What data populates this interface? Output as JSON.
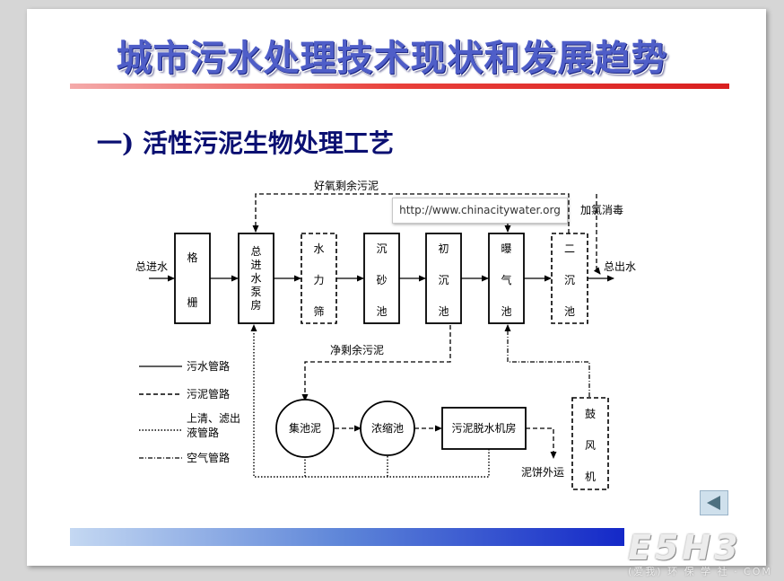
{
  "slide": {
    "title": "城市污水处理技术现状和发展趋势",
    "subtitle": "一) 活性污泥生物处理工艺"
  },
  "process": {
    "inlet_label": "总进水",
    "outlet_label": "总出水",
    "units": [
      {
        "id": "grille",
        "chars": [
          "格",
          "栅"
        ]
      },
      {
        "id": "pump-house",
        "chars": [
          "总",
          "进",
          "水",
          "泵",
          "房"
        ]
      },
      {
        "id": "hydraulic-screen",
        "chars": [
          "水",
          "力",
          "筛"
        ]
      },
      {
        "id": "grit-tank",
        "chars": [
          "沉",
          "砂",
          "池"
        ]
      },
      {
        "id": "primary-clarifier",
        "chars": [
          "初",
          "沉",
          "池"
        ]
      },
      {
        "id": "aeration-tank",
        "chars": [
          "曝",
          "气",
          "池"
        ]
      },
      {
        "id": "secondary-clarifier",
        "chars": [
          "二",
          "沉",
          "池"
        ]
      },
      {
        "id": "blower",
        "chars": [
          "鼓",
          "风",
          "机"
        ]
      }
    ],
    "sludge_units": {
      "collection_tank": "集池泥",
      "thickener": "浓缩池",
      "dewatering_room": "污泥脱水机房"
    },
    "labels": {
      "aerobic_sludge": "好氧剩余污泥",
      "chlorination": "加氯消毒",
      "net_excess_sludge": "净剩余污泥",
      "cake_out": "泥饼外运",
      "url": "http://www.chinacitywater.org"
    }
  },
  "legend": [
    {
      "style": "solid",
      "label": "污水管路"
    },
    {
      "style": "dashed",
      "label": "污泥管路"
    },
    {
      "style": "dotted",
      "label_lines": [
        "上清、滤出",
        "液管路"
      ]
    },
    {
      "style": "dashdot",
      "label": "空气管路"
    }
  ],
  "watermark": {
    "big": "E5H3",
    "small": "(爱我) 环 保 学 社 · COM"
  },
  "colors": {
    "title": "#4f5ec8",
    "subtitle": "#0b1072",
    "title_bar_end": "#d91f1f",
    "bottom_bar_end": "#1428c8"
  },
  "icons": {
    "back": "triangle-left-icon"
  }
}
